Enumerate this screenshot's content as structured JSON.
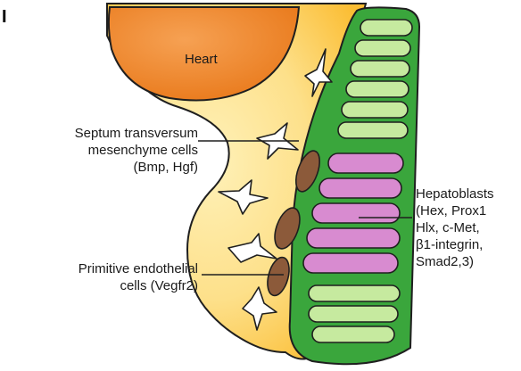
{
  "panel_letter": "I",
  "heart": {
    "label": "Heart"
  },
  "septum": {
    "lines": [
      "Septum transversum",
      "mesenchyme cells",
      "(Bmp, Hgf)"
    ]
  },
  "endothelial": {
    "lines": [
      "Primitive endothelial",
      "cells (Vegfr2)"
    ]
  },
  "hepatoblasts": {
    "lines": [
      "Hepatoblasts",
      "(Hex, Prox1",
      "Hlx, c-Met,",
      "β1-integrin,",
      "Smad2,3)"
    ]
  },
  "colors": {
    "heart": "#f0892a",
    "mesenchyme": "#fcc94a",
    "mesenchyme_light": "#fde39a",
    "epithelium": "#3aa63c",
    "endoderm_cell": "#c6ea9f",
    "hepatoblast": "#d88bd0",
    "endothelial": "#8c5a3a",
    "outline": "#1f1f1f"
  }
}
